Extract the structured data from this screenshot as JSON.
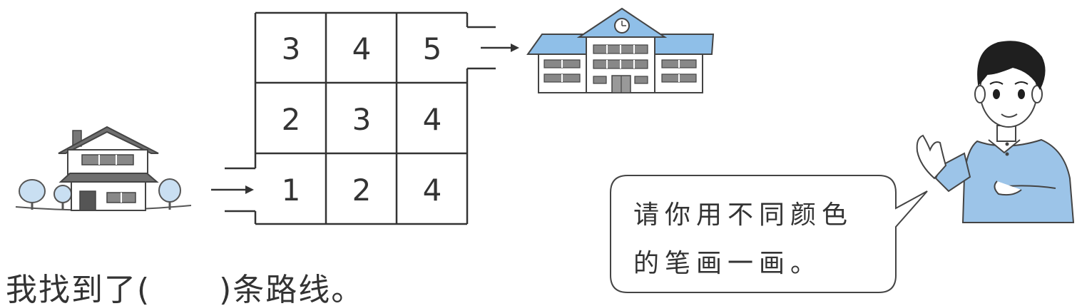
{
  "grid": {
    "rows": [
      [
        "3",
        "4",
        "5"
      ],
      [
        "2",
        "3",
        "4"
      ],
      [
        "1",
        "2",
        "4"
      ]
    ]
  },
  "answer": {
    "prefix": "我找到了(",
    "blank": "      ",
    "suffix": ")条路线。"
  },
  "speech_bubble": {
    "line1": "请你用不同颜色",
    "line2": "的笔画一画。"
  },
  "icons": {
    "start": "house-icon",
    "end": "school-icon",
    "character": "boy-icon"
  },
  "colors": {
    "line": "#333333",
    "roof": "#6f6f6f",
    "school_roof": "#8fbfe8",
    "shirt": "#9cc4e8",
    "tree": "#c9dff2"
  }
}
